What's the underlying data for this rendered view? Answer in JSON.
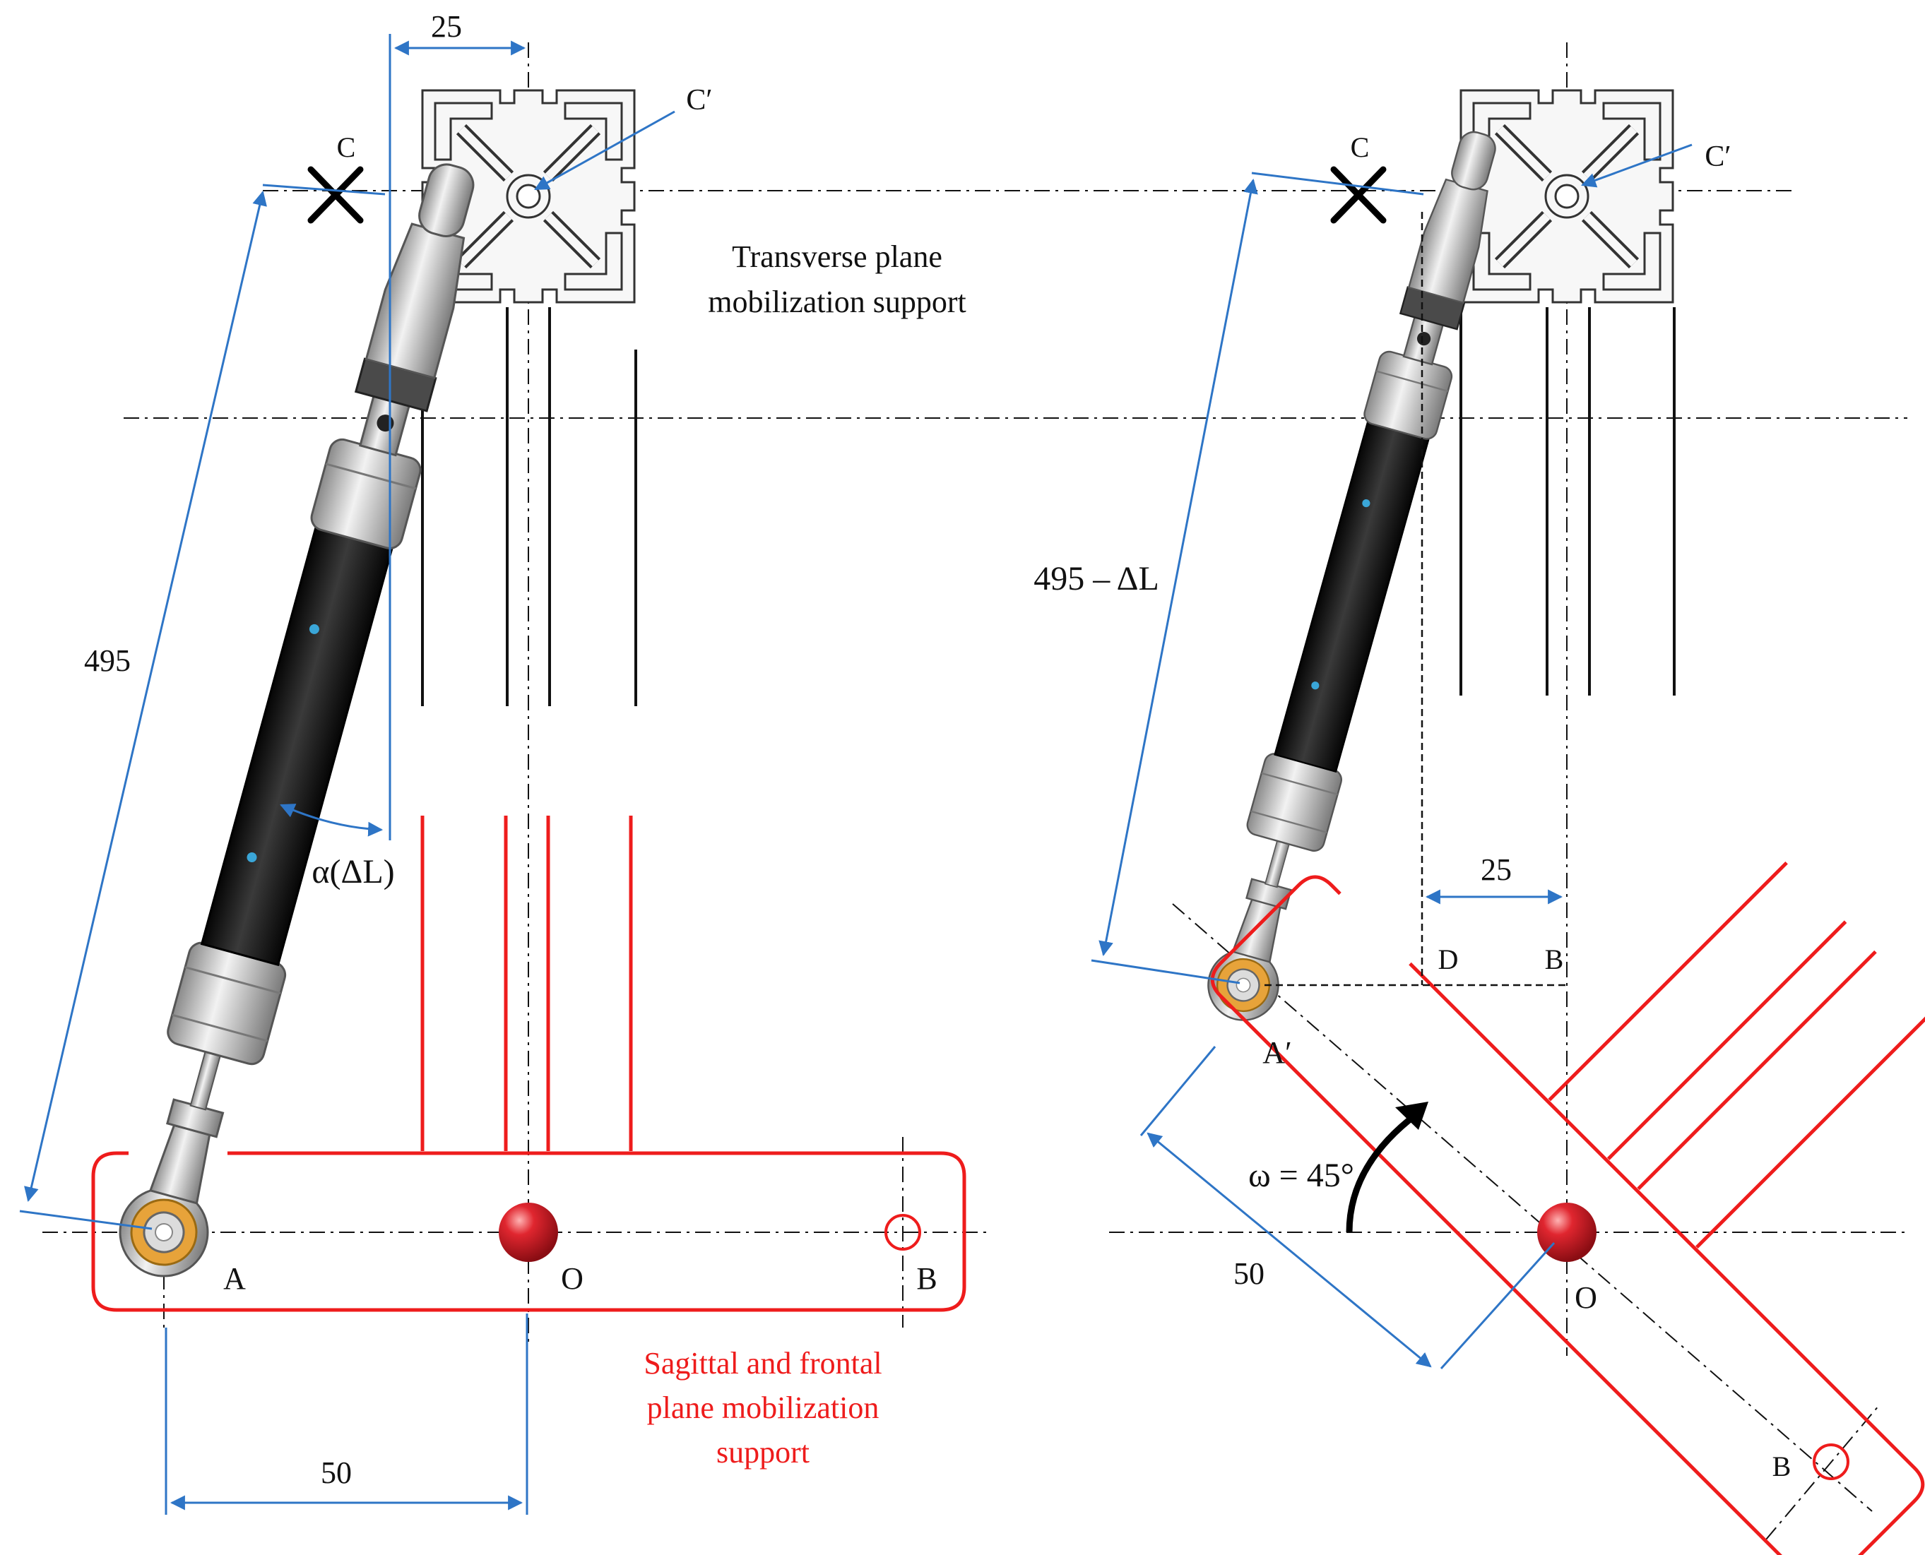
{
  "labels": {
    "dim_25_left": "25",
    "point_C_left": "C",
    "point_Cp_left": "C′",
    "transverse_line1": "Transverse  plane",
    "transverse_line2": "mobilization support",
    "dim_495_left": "495",
    "alpha_label": "α(ΔL)",
    "point_A": "A",
    "point_O_left": "O",
    "point_B_left": "B",
    "sagittal_line1": "Sagittal and frontal",
    "sagittal_line2": "plane mobilization",
    "sagittal_line3": "support",
    "dim_50_left": "50",
    "point_C_right": "C",
    "point_Cp_right": "C′",
    "dim_495_right": "495 – ΔL",
    "dim_25_right": "25",
    "point_D": "D",
    "point_B_mid": "B",
    "point_Ap": "A′",
    "omega_label": "ω = 45°",
    "dim_50_right": "50",
    "point_O_right": "O",
    "point_B_right": "B"
  },
  "colors": {
    "dimension": "#2e75c6",
    "support": "#ee1c1c",
    "ball": "#d9202a",
    "ring": "#e7a33a",
    "rod": "#1d1d1d",
    "metal": "#c8c8c8"
  },
  "icons": {
    "pivot_marker": "x-mark-icon",
    "rotation_arrow": "curved-arrow-icon"
  }
}
